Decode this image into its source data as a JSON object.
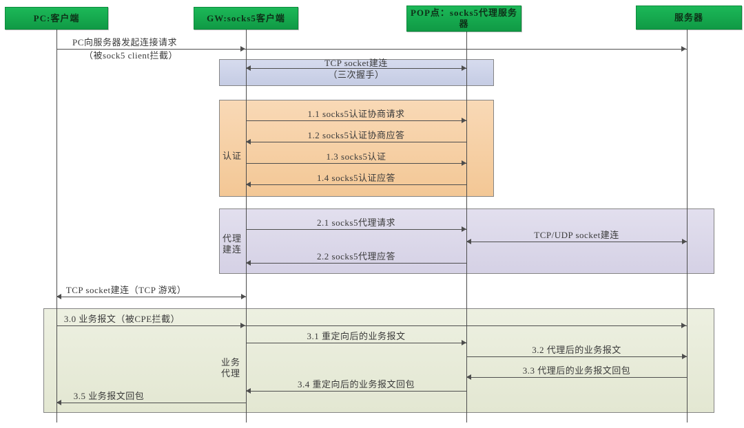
{
  "diagram_type": "sequence-diagram",
  "actors": [
    {
      "id": "pc",
      "label": "PC:客户端"
    },
    {
      "id": "gw",
      "label": "GW:socks5客户端"
    },
    {
      "id": "pop",
      "label": "POP点：socks5代理服务\n器"
    },
    {
      "id": "server",
      "label": "服务器"
    }
  ],
  "sections": [
    {
      "id": "tcp3way",
      "label": ""
    },
    {
      "id": "auth",
      "label": "认证"
    },
    {
      "id": "proxy",
      "label": "代理\n建连"
    },
    {
      "id": "biz",
      "label": "业务\n代理"
    }
  ],
  "messages": [
    {
      "id": "m1",
      "label": "PC向服务器发起连接请求",
      "label2": "（被sock5 client拦截）",
      "from": "pc",
      "to": "server",
      "via": "gw",
      "arrow": "intercepted"
    },
    {
      "id": "tcp3way",
      "label": "TCP socket建连",
      "label2": "（三次握手）",
      "from": "gw",
      "to": "pop",
      "arrow": "both"
    },
    {
      "id": "a11",
      "label": "1.1 socks5认证协商请求",
      "from": "gw",
      "to": "pop",
      "arrow": "right"
    },
    {
      "id": "a12",
      "label": "1.2 socks5认证协商应答",
      "from": "pop",
      "to": "gw",
      "arrow": "left"
    },
    {
      "id": "a13",
      "label": "1.3 socks5认证",
      "from": "gw",
      "to": "pop",
      "arrow": "right"
    },
    {
      "id": "a14",
      "label": "1.4 socks5认证应答",
      "from": "pop",
      "to": "gw",
      "arrow": "left"
    },
    {
      "id": "p21",
      "label": "2.1 socks5代理请求",
      "from": "gw",
      "to": "pop",
      "arrow": "right"
    },
    {
      "id": "tcpudp",
      "label": "TCP/UDP socket建连",
      "from": "pop",
      "to": "server",
      "arrow": "both"
    },
    {
      "id": "p22",
      "label": "2.2 socks5代理应答",
      "from": "pop",
      "to": "gw",
      "arrow": "left"
    },
    {
      "id": "tcpgame",
      "label": "TCP socket建连（TCP 游戏）",
      "from": "pc",
      "to": "gw",
      "arrow": "both"
    },
    {
      "id": "b30",
      "label": "3.0 业务报文（被CPE拦截）",
      "from": "pc",
      "to": "server",
      "via": "gw",
      "arrow": "intercepted"
    },
    {
      "id": "b31",
      "label": "3.1 重定向后的业务报文",
      "from": "gw",
      "to": "pop",
      "arrow": "right"
    },
    {
      "id": "b32",
      "label": "3.2 代理后的业务报文",
      "from": "pop",
      "to": "server",
      "arrow": "right"
    },
    {
      "id": "b33",
      "label": "3.3 代理后的业务报文回包",
      "from": "server",
      "to": "pop",
      "arrow": "left"
    },
    {
      "id": "b34",
      "label": "3.4 重定向后的业务报文回包",
      "from": "pop",
      "to": "gw",
      "arrow": "left"
    },
    {
      "id": "b35",
      "label": "3.5 业务报文回包",
      "from": "gw",
      "to": "pc",
      "arrow": "left"
    }
  ],
  "colors": {
    "background": "#ffffff",
    "line": "#4d4d4d",
    "text": "#3a3a3a",
    "box_border": "#848484",
    "actor": {
      "fill_top": "#1cb858",
      "fill_bottom": "#109a45",
      "border": "#0b8a3b",
      "text": "#0e3018"
    },
    "handshake": {
      "fill_top": "#d6dbee",
      "fill_bottom": "#c5cce4"
    },
    "auth": {
      "fill_top": "#f9d9b6",
      "fill_bottom": "#f3c795"
    },
    "proxy": {
      "fill_top": "#e2dfee",
      "fill_bottom": "#d5d1e5"
    },
    "biz": {
      "fill_top": "#edf0e1",
      "fill_bottom": "#e3e7d2"
    }
  }
}
